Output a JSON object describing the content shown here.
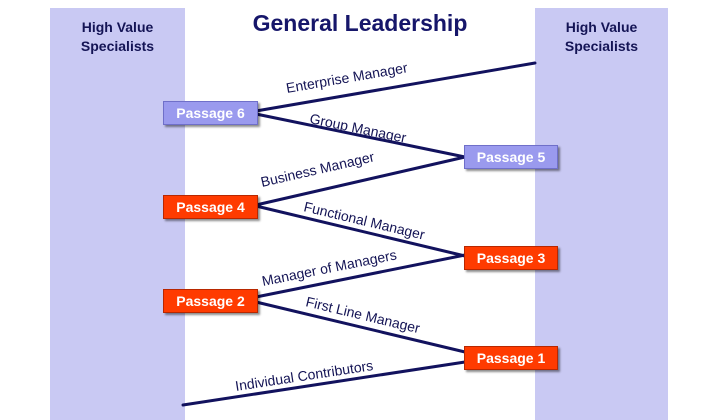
{
  "title": "General Leadership",
  "left_column": {
    "title": "High Value\nSpecialists"
  },
  "right_column": {
    "title": "High Value\nSpecialists"
  },
  "passages": {
    "p1": "Passage 1",
    "p2": "Passage 2",
    "p3": "Passage 3",
    "p4": "Passage 4",
    "p5": "Passage 5",
    "p6": "Passage 6"
  },
  "roles": {
    "individual_contributors": "Individual Contributors",
    "first_line_manager": "First Line Manager",
    "manager_of_managers": "Manager of Managers",
    "functional_manager": "Functional Manager",
    "business_manager": "Business Manager",
    "group_manager": "Group Manager",
    "enterprise_manager": "Enterprise Manager"
  },
  "colors": {
    "column": "#c9c9f3",
    "title": "#16166a",
    "line": "#12125e",
    "passage_high": "#ff3b00",
    "passage_low": "#9a9aee"
  }
}
